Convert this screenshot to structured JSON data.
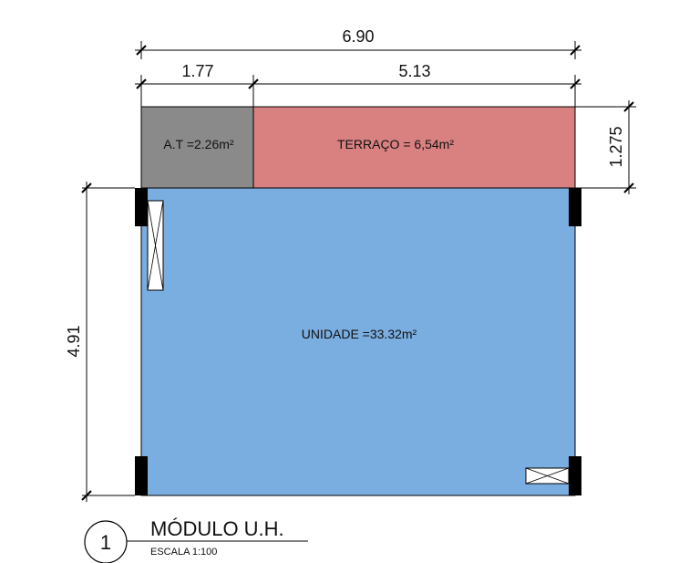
{
  "dimensions": {
    "overall_width": "6.90",
    "segment_left": "1.77",
    "segment_right": "5.13",
    "terrace_depth": "1.275",
    "unit_depth": "4.91"
  },
  "rooms": {
    "area_tecnica": "A.T =2.26m²",
    "terraco": "TERRAÇO = 6,54m²",
    "unidade": "UNIDADE =33.32m²"
  },
  "title": {
    "number": "1",
    "name": "MÓDULO U.H.",
    "scale": "ESCALA 1:100"
  },
  "colors": {
    "area_tecnica": "#8a8a8a",
    "terraco": "#d98080",
    "unidade": "#7aade0",
    "structure": "#000000"
  }
}
